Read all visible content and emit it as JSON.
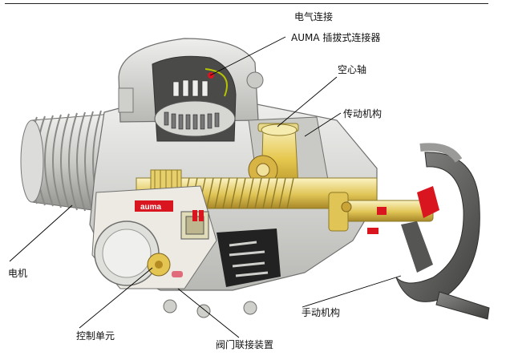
{
  "labels": {
    "electrical_connection": "电气连接",
    "auma_plug_connector": "AUMA 插拔式连接器",
    "hollow_shaft": "空心轴",
    "transmission": "传动机构",
    "motor": "电机",
    "handwheel_mechanism": "手动机构",
    "control_unit": "控制单元",
    "valve_coupling": "阀门联接装置"
  },
  "brand_plate": "auma",
  "colors": {
    "housing": "#d9d9d6",
    "housing_shadow": "#a9a9a6",
    "housing_dark": "#6f6f6d",
    "cutaway_yellow": "#e8cc58",
    "cutaway_yellow_light": "#f3e7a3",
    "brass": "#c9a437",
    "red_accent": "#d9161f",
    "dark_plate": "#222222",
    "leader_line": "#000000"
  },
  "icons": [
    "actuator-cutaway-illustration",
    "motor-icon",
    "handwheel-icon",
    "worm-gear-icon"
  ]
}
